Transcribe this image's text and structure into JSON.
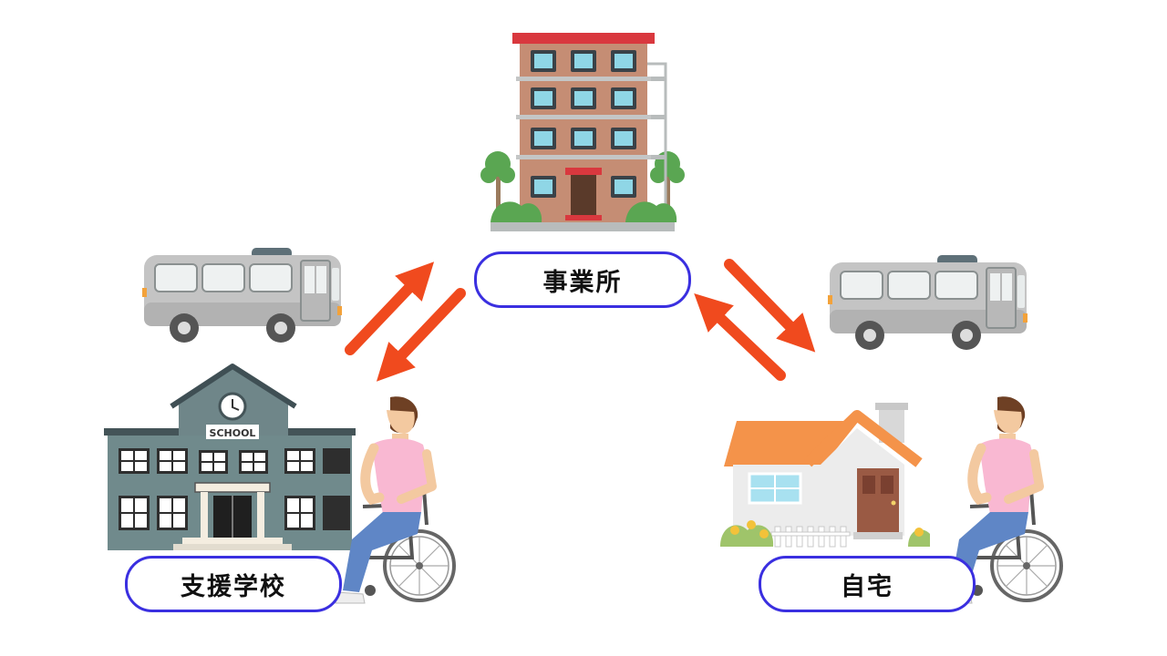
{
  "nodes": {
    "office": {
      "label": "事業所"
    },
    "school": {
      "label": "支援学校",
      "sign": "SCHOOL"
    },
    "home": {
      "label": "自宅"
    }
  },
  "colors": {
    "label_border": "#3a2fe0",
    "arrow": "#f04a1e",
    "office_wall": "#c58d74",
    "school_wall": "#708a8c",
    "home_roof": "#f4934a",
    "bus_body": "#c4c4c4"
  },
  "icons": [
    "office-building-icon",
    "school-building-icon",
    "house-icon",
    "bus-icon",
    "wheelchair-user-icon",
    "tree-icon"
  ]
}
